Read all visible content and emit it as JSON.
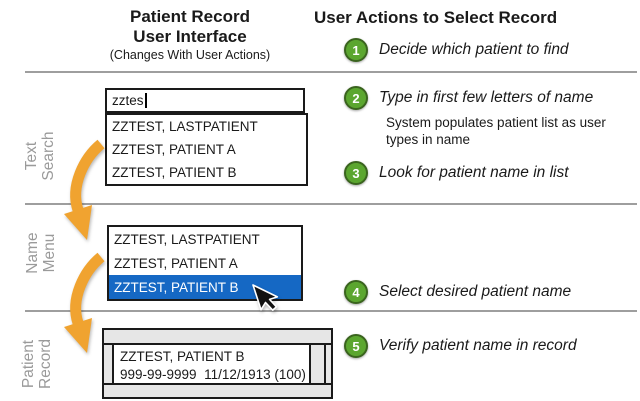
{
  "header": {
    "left_title_line1": "Patient Record",
    "left_title_line2": "User Interface",
    "left_subtitle": "(Changes With User Actions)",
    "right_title": "User Actions to Select Record"
  },
  "row_labels": [
    {
      "line1": "Text",
      "line2": "Search"
    },
    {
      "line1": "Name",
      "line2": "Menu"
    },
    {
      "line1": "Patient",
      "line2": "Record"
    }
  ],
  "text_search": {
    "input_value": "zztes",
    "results": [
      "ZZTEST, LASTPATIENT",
      "ZZTEST, PATIENT A",
      "ZZTEST, PATIENT B"
    ]
  },
  "name_menu": {
    "items": [
      "ZZTEST, LASTPATIENT",
      "ZZTEST, PATIENT A",
      "ZZTEST, PATIENT B"
    ],
    "selected_index": 2,
    "selected_item": "ZZTEST, PATIENT B"
  },
  "patient_record": {
    "name_line": "ZZTEST, PATIENT B",
    "id_dob_line": "999-99-9999  11/12/1913 (100)"
  },
  "steps": [
    {
      "num": "1",
      "text": "Decide which patient to find"
    },
    {
      "num": "2",
      "text": "Type in first few letters of name",
      "note": "System populates patient list as user types in name"
    },
    {
      "num": "3",
      "text": "Look for patient name in list"
    },
    {
      "num": "4",
      "text": "Select desired patient name"
    },
    {
      "num": "5",
      "text": "Verify patient name in record"
    }
  ],
  "colors": {
    "step_circle": "#5ba62f",
    "step_circle_border": "#3a641e",
    "selected_row_bg": "#1568c4",
    "arrow_orange": "#f0a330",
    "label_gray": "#9a9a9a",
    "divider_gray": "#9e9e9e",
    "window_chrome_gray": "#e6e6e6"
  }
}
